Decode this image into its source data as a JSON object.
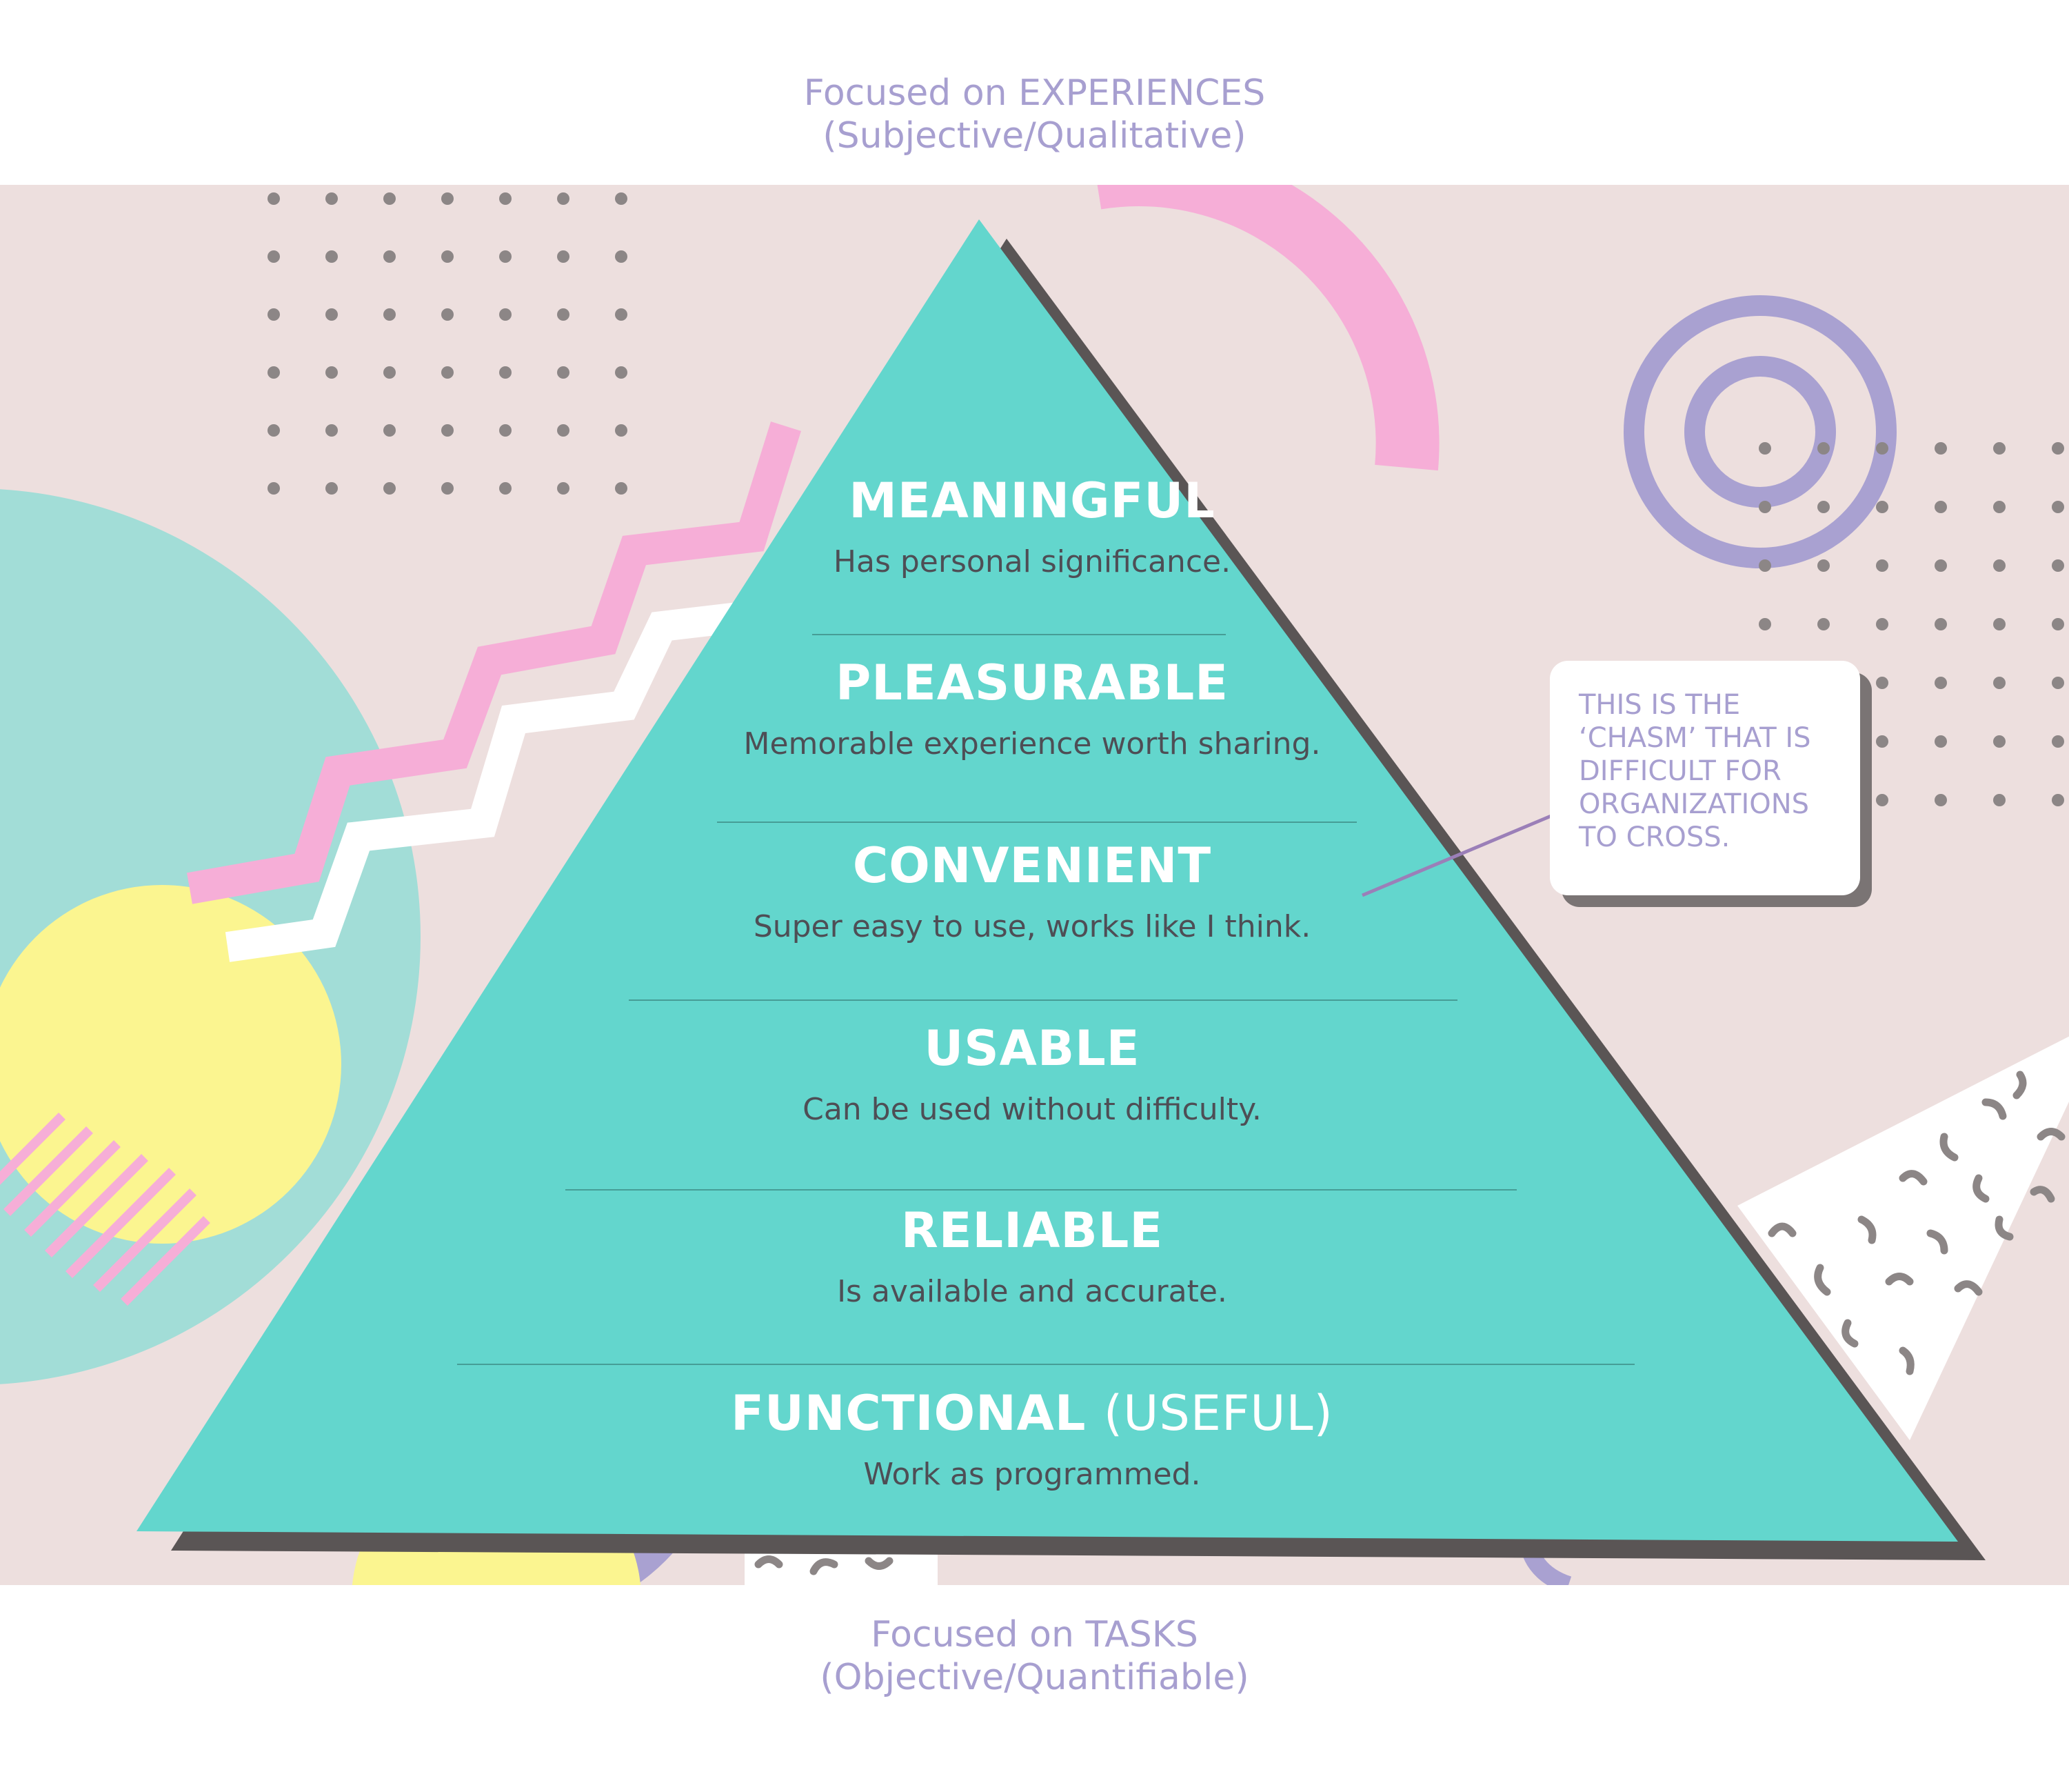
{
  "captions": {
    "top_line1": "Focused on EXPERIENCES",
    "top_line2": "(Subjective/Qualitative)",
    "bottom_line1": "Focused on TASKS",
    "bottom_line2": "(Objective/Quantifiable)"
  },
  "levels": [
    {
      "title": "MEANINGFUL",
      "title_suffix": "",
      "description": "Has personal significance."
    },
    {
      "title": "PLEASURABLE",
      "title_suffix": "",
      "description": "Memorable experience worth sharing."
    },
    {
      "title": "CONVENIENT",
      "title_suffix": "",
      "description": "Super easy to use, works like I think."
    },
    {
      "title": "USABLE",
      "title_suffix": "",
      "description": "Can be used without difficulty."
    },
    {
      "title": "RELIABLE",
      "title_suffix": "",
      "description": "Is available and accurate."
    },
    {
      "title": "FUNCTIONAL",
      "title_suffix": "(USEFUL)",
      "description": "Work as programmed."
    }
  ],
  "callout": {
    "text": "THIS IS THE\n‘CHASM’ THAT IS\nDIFFICULT FOR\nORGANIZATIONS\nTO CROSS."
  },
  "colors": {
    "pyramid": "#63d6cd",
    "pyramid_shadow": "#5a5555",
    "background": "#eddfde",
    "accent_lavender": "#a79fd0",
    "accent_pink": "#f6aed7",
    "accent_yellow": "#fbf590",
    "accent_teal_circle": "#a2ddd7"
  }
}
